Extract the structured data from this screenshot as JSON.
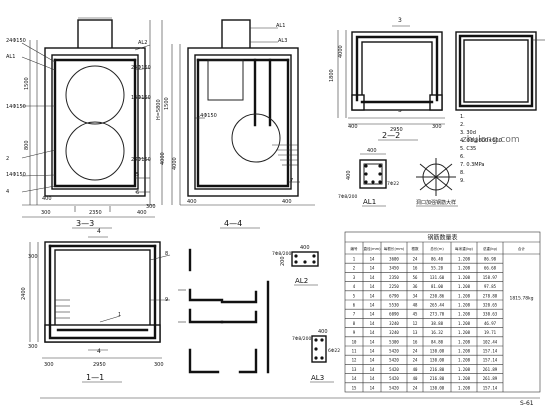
{
  "sections": {
    "s33": {
      "label": "3—3",
      "dims": [
        "2350",
        "1500",
        "800",
        "4000",
        "H=5800",
        "400",
        "400",
        "300",
        "300"
      ]
    },
    "s44": {
      "label": "4—4",
      "dims": [
        "1500",
        "4000",
        "400",
        "400"
      ]
    },
    "s22": {
      "label": "2—2",
      "dims": [
        "3",
        "3",
        "1800",
        "4000",
        "2950",
        "400",
        "300"
      ]
    },
    "s11": {
      "label": "1—1",
      "dims": [
        "4",
        "4",
        "2400",
        "2950",
        "300",
        "300",
        "300",
        "300"
      ]
    }
  },
  "rebar_labels": [
    "AL1",
    "AL2",
    "AL3",
    "AL2",
    "AL3",
    "AL1",
    "24Φ150",
    "14Φ150",
    "14Φ150",
    "24Φ150",
    "14Φ150",
    "24Φ150",
    "14Φ150",
    "1",
    "2",
    "3",
    "4",
    "5",
    "6",
    "7",
    "8",
    "9",
    "10",
    "11",
    "12",
    "13",
    "14",
    "15"
  ],
  "al_details": {
    "al1": {
      "label": "AL1",
      "dims": [
        "400",
        "400",
        "7Φ8/200",
        "7Φ22"
      ]
    },
    "al2": {
      "label": "AL2",
      "dims": [
        "400",
        "200",
        "7Φ8/200"
      ]
    },
    "al3": {
      "label": "AL3",
      "dims": [
        "400",
        "200",
        "7Φ8/200",
        "6Φ22"
      ]
    }
  },
  "opening_detail": {
    "caption": "洞口加强钢筋大样"
  },
  "notes": {
    "lines": [
      "1.",
      "2.",
      "3.          30d",
      "4.     Φ8@600×600",
      "5.                     C35",
      "6.",
      "7.               0.3MPa",
      "8.",
      "9."
    ]
  },
  "table": {
    "title": "钢筋数量表",
    "headers": [
      "编号",
      "直径(mm)",
      "每根长(mm)",
      "根数",
      "总长(m)",
      "每米重(kg)",
      "总重(kg)",
      "合计"
    ],
    "total": "1815.78kg",
    "rows": [
      [
        "1",
        "14",
        "3600",
        "24",
        "86.40",
        "1.208",
        "86.98",
        "",
        ""
      ],
      [
        "2",
        "14",
        "3450",
        "16",
        "55.20",
        "1.208",
        "66.68",
        "",
        ""
      ],
      [
        "3",
        "14",
        "2350",
        "56",
        "131.60",
        "1.208",
        "158.97",
        "",
        ""
      ],
      [
        "4",
        "14",
        "2250",
        "36",
        "81.00",
        "1.208",
        "97.85",
        "",
        ""
      ],
      [
        "5",
        "14",
        "6790",
        "34",
        "230.86",
        "1.208",
        "278.88",
        "",
        ""
      ],
      [
        "6",
        "14",
        "5530",
        "48",
        "265.44",
        "1.208",
        "320.65",
        "",
        ""
      ],
      [
        "7",
        "14",
        "6090",
        "45",
        "273.70",
        "1.208",
        "330.63",
        "",
        ""
      ],
      [
        "8",
        "14",
        "3240",
        "12",
        "38.88",
        "1.208",
        "46.97",
        "",
        ""
      ],
      [
        "9",
        "14",
        "3240",
        "13",
        "16.32",
        "1.208",
        "19.71",
        "",
        ""
      ],
      [
        "10",
        "14",
        "5300",
        "16",
        "84.80",
        "1.208",
        "102.44",
        "",
        ""
      ],
      [
        "11",
        "14",
        "5420",
        "24",
        "130.08",
        "1.208",
        "157.14",
        "",
        ""
      ],
      [
        "12",
        "14",
        "5420",
        "24",
        "130.08",
        "1.208",
        "157.14",
        "",
        ""
      ],
      [
        "13",
        "14",
        "5420",
        "40",
        "216.80",
        "1.208",
        "261.89",
        "",
        ""
      ],
      [
        "14",
        "14",
        "5420",
        "40",
        "216.80",
        "1.208",
        "261.89",
        "",
        ""
      ],
      [
        "15",
        "14",
        "5420",
        "24",
        "130.08",
        "1.208",
        "157.14",
        "",
        ""
      ]
    ]
  },
  "titleblock": {
    "name": "",
    "sheet": "S-61"
  },
  "watermark": "zhulong.com"
}
